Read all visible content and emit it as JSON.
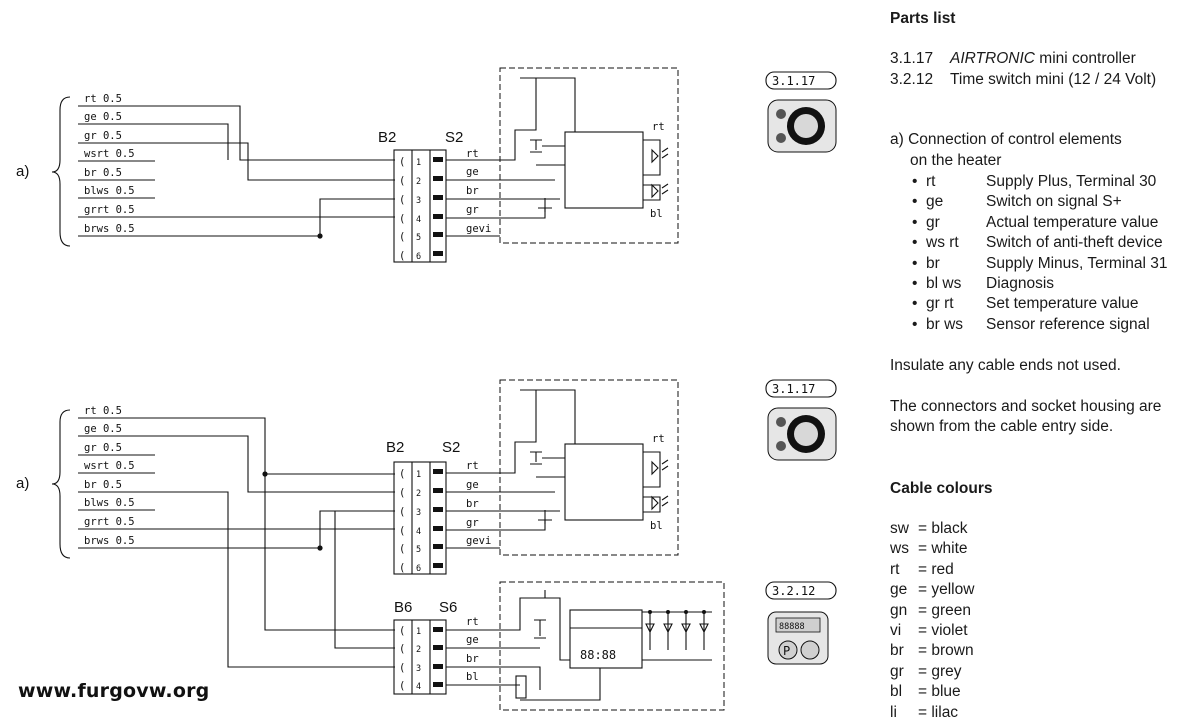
{
  "section1": {
    "label": "a)",
    "wires": [
      "rt 0.5",
      "ge 0.5",
      "gr 0.5",
      "wsrt 0.5",
      "br 0.5",
      "blws 0.5",
      "grrt 0.5",
      "brws 0.5"
    ],
    "connector_b": "B2",
    "connector_s": "S2",
    "pins": [
      "1",
      "2",
      "3",
      "4",
      "5",
      "6"
    ],
    "signals": [
      "rt",
      "ge",
      "br",
      "gr",
      "gevi"
    ],
    "led_top": "rt",
    "led_bottom": "bl",
    "part_tag": "3.1.17"
  },
  "section2": {
    "label": "a)",
    "wires": [
      "rt 0.5",
      "ge 0.5",
      "gr 0.5",
      "wsrt 0.5",
      "br 0.5",
      "blws 0.5",
      "grrt 0.5",
      "brws 0.5"
    ],
    "connector_b": "B2",
    "connector_s": "S2",
    "pins": [
      "1",
      "2",
      "3",
      "4",
      "5",
      "6"
    ],
    "signals": [
      "rt",
      "ge",
      "br",
      "gr",
      "gevi"
    ],
    "led_top": "rt",
    "led_bottom": "bl",
    "part_tag": "3.1.17",
    "connector_b6": "B6",
    "connector_s6": "S6",
    "pins6": [
      "1",
      "2",
      "3",
      "4"
    ],
    "signals6": [
      "rt",
      "ge",
      "br",
      "bl"
    ],
    "display_text": "88:88",
    "part_tag2": "3.2.12",
    "timer_display": "88888",
    "timer_p": "P"
  },
  "parts_list": {
    "title": "Parts list",
    "items": [
      {
        "code": "3.1.17",
        "italic": "AIRTRONIC",
        "text": " mini controller"
      },
      {
        "code": "3.2.12",
        "italic": "",
        "text": "Time switch mini (12 / 24 Volt)"
      }
    ]
  },
  "connection": {
    "title": "a) Connection of control elements",
    "subtitle": "on the heater",
    "bullets": [
      {
        "code": "rt",
        "desc": "Supply Plus, Terminal 30"
      },
      {
        "code": "ge",
        "desc": "Switch on signal S+"
      },
      {
        "code": "gr",
        "desc": "Actual temperature value"
      },
      {
        "code": "ws rt",
        "desc": "Switch of anti-theft device"
      },
      {
        "code": "br",
        "desc": "Supply Minus, Terminal 31"
      },
      {
        "code": "bl ws",
        "desc": "Diagnosis"
      },
      {
        "code": "gr rt",
        "desc": "Set temperature value"
      },
      {
        "code": "br ws",
        "desc": "Sensor reference signal"
      }
    ]
  },
  "notes": {
    "insulate": "Insulate any cable ends not used.",
    "connectors_1": "The connectors and socket housing are",
    "connectors_2": "shown from the cable entry side."
  },
  "cable_colours": {
    "title": "Cable colours",
    "items": [
      {
        "code": "sw",
        "name": "= black"
      },
      {
        "code": "ws",
        "name": "= white"
      },
      {
        "code": "rt",
        "name": "= red"
      },
      {
        "code": "ge",
        "name": "= yellow"
      },
      {
        "code": "gn",
        "name": "= green"
      },
      {
        "code": "vi",
        "name": "= violet"
      },
      {
        "code": "br",
        "name": "= brown"
      },
      {
        "code": "gr",
        "name": "= grey"
      },
      {
        "code": "bl",
        "name": "= blue"
      },
      {
        "code": "li",
        "name": "= lilac"
      }
    ]
  },
  "watermark": "www.furgovw.org"
}
